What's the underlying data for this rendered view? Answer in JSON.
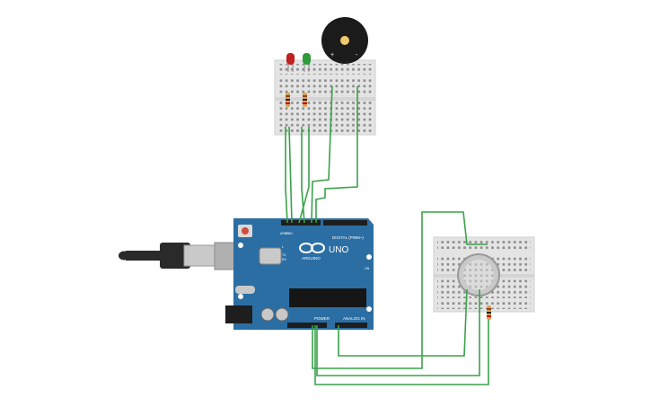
{
  "board": {
    "brand_text": "ARDUINO",
    "model_text": "UNO",
    "digital_label": "DIGITAL (PWM~)",
    "power_label": "POWER",
    "analog_label": "ANALOG IN",
    "aref_label": "AREF",
    "gnd_label": "GND",
    "tx_label": "TX",
    "rx_label": "RX",
    "l_label": "L",
    "on_label": "ON"
  },
  "buzzer": {
    "plus_label": "+",
    "minus_label": "-"
  },
  "colors": {
    "board": "#2b6ea3",
    "wire": "#3aa24a",
    "breadboard": "#e6e6e6",
    "led_red": "#c0201e",
    "led_green": "#2e9a3c",
    "buzzer": "#1b1b1b",
    "resistor": "#d8a45a"
  },
  "icons": {
    "usb": "usb-cable-icon",
    "arduino_logo": "arduino-infinity-icon"
  }
}
